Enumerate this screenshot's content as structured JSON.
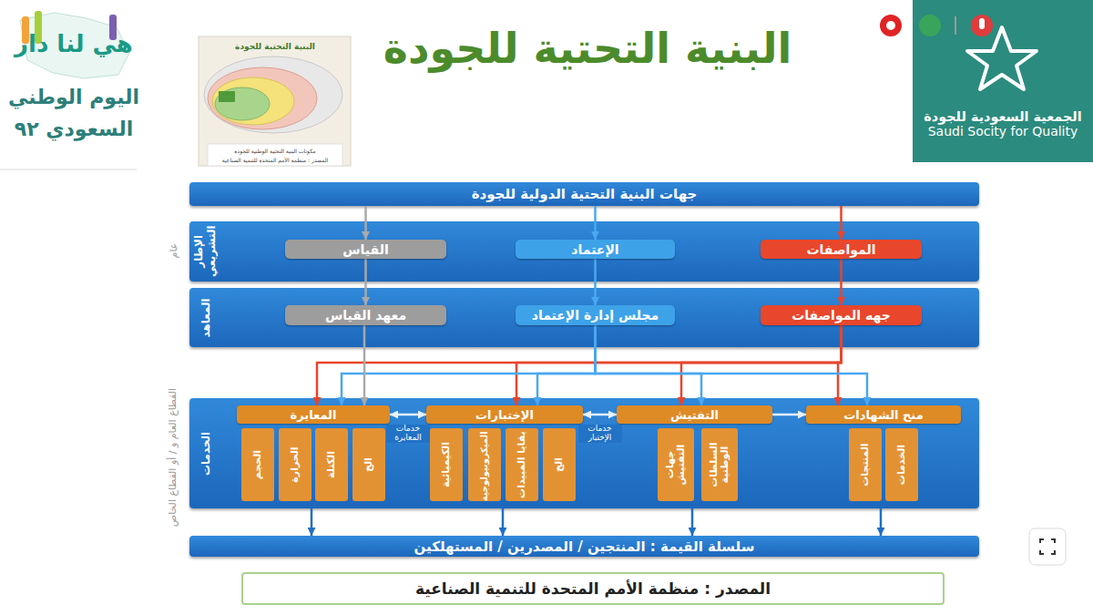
{
  "diagram": {
    "title": "البنية التحتية للجودة",
    "caption": "المصدر : منظمة الأمم المتحدة للتنمية الصناعية",
    "nodes": [
      {
        "text": [
          "جهات البنية التحتية الدولية للجودة"
        ]
      },
      {
        "text": [
          "الإطار التشريعي"
        ]
      },
      {
        "text": [
          "المواصفات"
        ],
        "in": 1
      },
      {
        "text": [
          "الإعتماد"
        ],
        "in": 1
      },
      {
        "text": [
          "القياس"
        ],
        "in": 1
      },
      {
        "text": [
          "المعاهد"
        ]
      },
      {
        "text": [
          "جهه المواصفات"
        ],
        "in": 5
      },
      {
        "text": [
          "مجلس إدارة الإعتماد"
        ],
        "in": 5
      },
      {
        "text": [
          "معهد القياس"
        ],
        "in": 5
      },
      {
        "text": [
          "الخدمات"
        ]
      },
      {
        "text": [
          "منح الشهادات"
        ],
        "in": 9
      },
      {
        "text": [
          "الخدمات"
        ],
        "in": 9
      },
      {
        "text": [
          "المنتجات"
        ],
        "in": 9
      },
      {
        "text": [
          "التفتيش"
        ],
        "in": 9
      },
      {
        "text": [
          "السلطات الوطنية"
        ],
        "in": 9
      },
      {
        "text": [
          "جهات التفتيش"
        ],
        "in": 9
      },
      {
        "text": [
          "الإختبارات"
        ],
        "in": 9
      },
      {
        "text": [
          "الخ"
        ],
        "in": 9
      },
      {
        "text": [
          "بقايا المبيدات"
        ],
        "in": 9
      },
      {
        "text": [
          "الميكروبيولوجية"
        ],
        "in": 9
      },
      {
        "text": [
          "الكيميائية"
        ],
        "in": 9
      },
      {
        "text": [
          "المعايرة"
        ],
        "in": 9
      },
      {
        "text": [
          "الخ"
        ],
        "in": 9
      },
      {
        "text": [
          "الكتلة"
        ],
        "in": 9
      },
      {
        "text": [
          "الحرارة"
        ],
        "in": 9
      },
      {
        "text": [
          "الحجم"
        ],
        "in": 9
      },
      {
        "text": [
          "سلسلة القيمة : المنتجين / المصدرين / المستهلكين"
        ]
      },
      {
        "text": [
          "الجمعية السعودية للجودة",
          "Saudi Socity for Quality"
        ]
      }
    ],
    "edges": [
      {
        "from": 0,
        "to": 4,
        "arrow": "to"
      },
      {
        "from": 0,
        "to": 3,
        "arrow": "to"
      },
      {
        "from": 0,
        "to": 2,
        "arrow": "to"
      },
      {
        "from": 4,
        "to": 8,
        "arrow": "to"
      },
      {
        "from": 3,
        "to": 7,
        "arrow": "to"
      },
      {
        "from": 2,
        "to": 6,
        "arrow": "to"
      },
      {
        "from": 6,
        "to": 21,
        "arrow": "to"
      },
      {
        "from": 6,
        "to": 16,
        "arrow": "to"
      },
      {
        "from": 6,
        "to": 13,
        "arrow": "to"
      },
      {
        "from": 6,
        "to": 10,
        "arrow": "to"
      },
      {
        "from": 7,
        "to": 21,
        "arrow": "to"
      },
      {
        "from": 7,
        "to": 16,
        "arrow": "to"
      },
      {
        "from": 7,
        "to": 13,
        "arrow": "to"
      },
      {
        "from": 7,
        "to": 10,
        "arrow": "to"
      },
      {
        "from": 8,
        "to": 21,
        "arrow": "to"
      },
      {
        "from": 21,
        "to": 16,
        "label": "خدمات المعايرة",
        "arrow": "both"
      },
      {
        "from": 16,
        "to": 13,
        "label": "خدمات الإختبار",
        "arrow": "both"
      },
      {
        "from": 13,
        "to": 10,
        "arrow": "to"
      },
      {
        "from": 9,
        "to": 26,
        "arrow": "to"
      },
      {
        "from": 9,
        "to": 26,
        "arrow": "to"
      },
      {
        "from": 9,
        "to": 26,
        "arrow": "to"
      },
      {
        "from": 9,
        "to": 26,
        "arrow": "to"
      }
    ],
    "labels": [
      "هي لنا دار",
      "اليوم الوطني",
      "السعودي ٩٢",
      "البنية التحتية للجودة",
      "مكونات البنية التحتية الوطنية للجودة",
      "المصدر : منظمة الأمم المتحدة للتنمية الصناعية",
      "عام",
      "القطاع العام و / أو القطاع الخاص"
    ]
  }
}
